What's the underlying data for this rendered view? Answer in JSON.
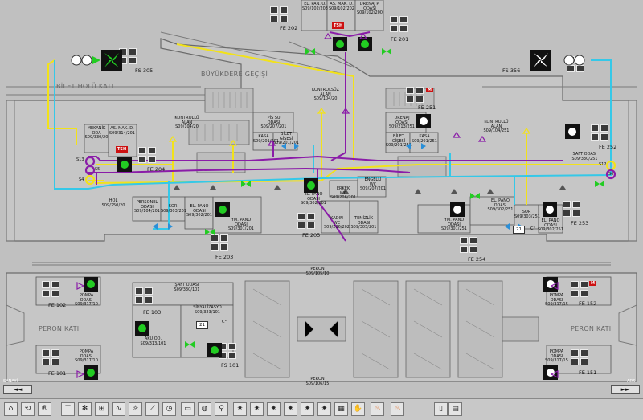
{
  "areas": {
    "bilet_holu": "BİLET HOLÜ KATI",
    "buyukdere": "BÜYÜKDERE GEÇİŞİ",
    "peron_kati_left": "PERON KATI",
    "peron_kati_right": "PERON KATI"
  },
  "rooms": [
    {
      "key": "el_pano_top",
      "text": "EL. PAN. O.\nS09/102/203"
    },
    {
      "key": "as_mak_top",
      "text": "AS. MAK. D.\nS09/102/202"
    },
    {
      "key": "drenaj_top",
      "text": "DRENAJ P.\nODASI\nS09/102/200"
    },
    {
      "key": "kontrolsuz",
      "text": "KONTROLSÜZ\nALAN\nS09/104/20"
    },
    {
      "key": "kontrollu_left",
      "text": "KONTROLLÜ\nALAN\nS09/104/20"
    },
    {
      "key": "kontrollu_right",
      "text": "KONTROLLÜ\nALAN\nS09/104/251"
    },
    {
      "key": "mekanik",
      "text": "MEKANİK\nODA\nS09/330/20"
    },
    {
      "key": "as_mak_left",
      "text": "AS. MAK. D.\nS09/314/201"
    },
    {
      "key": "pis_su",
      "text": "PİS SU\nODASI\nS09/207/201"
    },
    {
      "key": "kasa_left",
      "text": "KASA\nS09/201/201"
    },
    {
      "key": "bilet_gisesi_left",
      "text": "BİLET\nGİŞESİ\nS09/201/201"
    },
    {
      "key": "drenaj_mid",
      "text": "DRENAJ\nODASI\nS09/213/251"
    },
    {
      "key": "bilet_gisesi_right",
      "text": "BİLET\nGİŞESİ\nS09/201/251"
    },
    {
      "key": "kasa_right",
      "text": "KASA\nS09/201/251"
    },
    {
      "key": "saft_right",
      "text": "SAFT ODASI\nS09/330/251"
    },
    {
      "key": "hol",
      "text": "HOL\nS09/250/20"
    },
    {
      "key": "personel",
      "text": "PERSONEL\nODASI\nS09/104/201"
    },
    {
      "key": "sor_left",
      "text": "SOR\nS09/303/201"
    },
    {
      "key": "el_pano_mid_left",
      "text": "EL. PANO\nODASI\nS09/302/201"
    },
    {
      "key": "ym_pano_left",
      "text": "YM. PANO\nODASI\nS09/301/201"
    },
    {
      "key": "el_pano_center",
      "text": "EL. PANO\nODASI\nS09/302/201"
    },
    {
      "key": "engelli_wc",
      "text": "ENGELLİ\nWC\nS09/207/201"
    },
    {
      "key": "erkek_wc",
      "text": "ERKEK\nWC\nS09/206/201"
    },
    {
      "key": "kadin_wc",
      "text": "KADIN\nWC\nS09/206/202"
    },
    {
      "key": "temizlik",
      "text": "TEMİZLİK\nODASI\nS09/305/201"
    },
    {
      "key": "ym_pano_right",
      "text": "YM. PANO\nODASI\nS09/301/251"
    },
    {
      "key": "el_pano_right",
      "text": "EL. PANO\nODASI\nS09/302/251"
    },
    {
      "key": "sor_right",
      "text": "SOR\nS09/303/251"
    },
    {
      "key": "el_pano_far_right",
      "text": "EL. PANO\nODASI\nS09/302/251"
    },
    {
      "key": "peron_top",
      "text": "PERON\nS09/105/10"
    },
    {
      "key": "saft_left",
      "text": "ŞAFT ODASI\nS09/330/101"
    },
    {
      "key": "sinyalizasyon",
      "text": "SİNYALİZASYO\nS09/323/101"
    },
    {
      "key": "aku",
      "text": "AKÜ OD.\nS09/313/101"
    },
    {
      "key": "pompa_ll",
      "text": "POMPA\nODASI\nS09/317/10"
    },
    {
      "key": "pompa_lb",
      "text": "POMPA\nODASI\nS09/317/10"
    },
    {
      "key": "pompa_rl",
      "text": "POMPA\nODASI\nS09/317/15"
    },
    {
      "key": "pompa_rb",
      "text": "POMPA\nODASI\nS09/317/15"
    },
    {
      "key": "peron_bottom",
      "text": "PERON\nS09/106/15"
    }
  ],
  "equipment_labels": {
    "fe_202": "FE 202",
    "fe_201": "FE 201",
    "fs_305": "FS 305",
    "fs_356": "FS 356",
    "fe_251": "FE 251",
    "fe_204": "FE 204",
    "fe_252": "FE 252",
    "fe_203": "FE 203",
    "fe_205": "FE 205",
    "fe_253": "FE 253",
    "fe_254": "FE 254",
    "fe_102": "FE 102",
    "fe_101": "FE 101",
    "fe_103": "FE 103",
    "fs_101": "FS 101",
    "fe_152": "FE 152",
    "fe_151": "FE 151",
    "s13": "S13",
    "s5": "S5",
    "s4": "S4",
    "s12": "S12",
    "s6": "S6",
    "tsh": "TSH",
    "m": "M"
  },
  "readouts": {
    "temp_mid": "21",
    "temp_mid_unit": "C°",
    "temp_bottom": "21",
    "temp_bottom_unit": "C°"
  },
  "nav": {
    "left_label": "SANAYİ",
    "right_label": "ADS",
    "left_button": "◄◄",
    "right_button": "►►"
  },
  "toolbar_icons": [
    "home-icon",
    "reset-icon",
    "reset-r-icon",
    "valve-group-icon",
    "fan-icon",
    "diagram-icon",
    "curve-icon",
    "lamp-icon",
    "escalator-icon",
    "gauge-icon",
    "window-icon",
    "pump-icon",
    "sprinkler-icon",
    "fan-a-icon",
    "fan-b-icon",
    "fan-c-icon",
    "fan-d-icon",
    "fan-e-icon",
    "fan-f-icon",
    "grid-icon",
    "hand-icon",
    "flame-icon",
    "flame-double-icon",
    "panel-icon",
    "report-icon"
  ],
  "colors": {
    "yellow": "#f2e21a",
    "cyan": "#35c8e8",
    "purple": "#8a1ca8",
    "green": "#22cc22",
    "fanbg": "#111111",
    "red": "#cc1111"
  }
}
